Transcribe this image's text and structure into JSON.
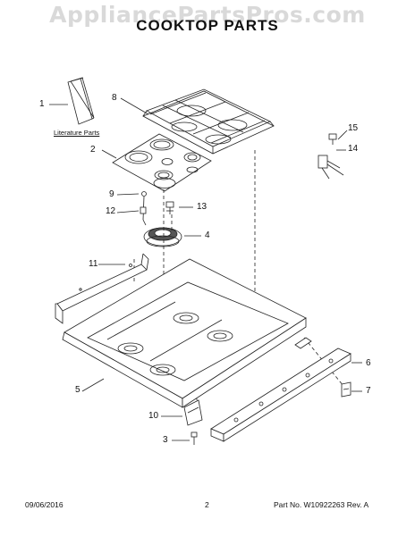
{
  "watermark": "AppliancePartsPros.com",
  "title": "COOKTOP PARTS",
  "literature_label": "Literature Parts",
  "callouts": {
    "c1": "1",
    "c2": "2",
    "c3": "3",
    "c4": "4",
    "c5": "5",
    "c6": "6",
    "c7": "7",
    "c8": "8",
    "c9": "9",
    "c10": "10",
    "c11": "11",
    "c12": "12",
    "c13": "13",
    "c14": "14",
    "c15": "15"
  },
  "footer": {
    "date": "09/06/2016",
    "page": "2",
    "part_no": "Part No. W10922263  Rev. A"
  }
}
